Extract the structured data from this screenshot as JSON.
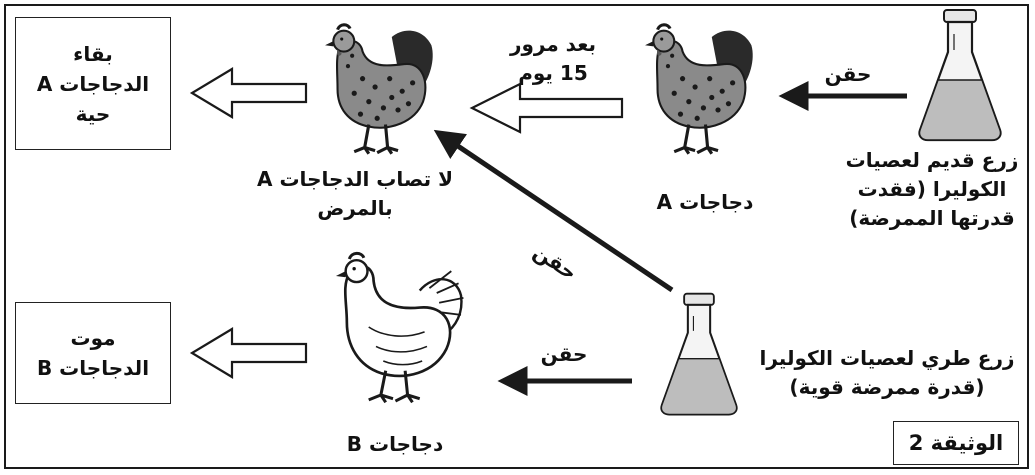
{
  "result_top": {
    "lines": [
      "بقاء",
      "الدجاجات A",
      "حية"
    ]
  },
  "result_bottom": {
    "lines": [
      "موت",
      "الدجاجات B"
    ]
  },
  "after_15_days": {
    "lines": [
      "بعد مرور",
      "15 يوم"
    ]
  },
  "inject_top": "حقن",
  "inject_diag": "حقن",
  "inject_bottom": "حقن",
  "chickens_a_label": "دجاجات A",
  "chickens_b_label": "دجاجات B",
  "immune_label": {
    "lines": [
      "لا تصاب الدجاجات A",
      "بالمرض"
    ]
  },
  "old_culture": {
    "lines": [
      "زرع قديم لعصيات",
      "الكوليرا (فقدت",
      "قدرتها الممرضة)"
    ]
  },
  "fresh_culture": {
    "lines": [
      "زرع طري لعصيات الكوليرا",
      "(قدرة ممرضة قوية)"
    ]
  },
  "document_label": "الوثيقة 2",
  "colors": {
    "line": "#1a1a1a",
    "liquid": "#bdbdbd",
    "glass": "#f4f4f4"
  },
  "icons": [
    "flask-icon",
    "hen-icon"
  ]
}
